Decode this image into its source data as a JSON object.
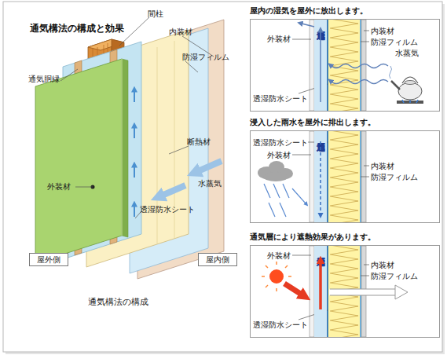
{
  "diagram": {
    "title": "通気構法の構成と効果",
    "caption": "通気構法の構成",
    "nodes": [
      {
        "text": [
          "屋外側"
        ]
      },
      {
        "text": [
          "屋内側"
        ]
      },
      {
        "text": [
          "屋内の湿気を屋外に放出します。"
        ]
      },
      {
        "text": [
          "通気層"
        ],
        "in": 2
      },
      {
        "text": [
          "浸入した雨水を屋外に排出します。"
        ]
      },
      {
        "text": [
          "通気層"
        ],
        "in": 4
      },
      {
        "text": [
          "通気層により遮熱効果があります。"
        ]
      },
      {
        "text": [
          "通気層"
        ],
        "in": 6
      }
    ],
    "labels": [
      "間柱",
      "内装材",
      "通気胴縁",
      "防湿フィルム",
      "外装材",
      "断熱材",
      "水蒸気",
      "透湿防水シート",
      "外装材",
      "内装材",
      "防湿フィルム",
      "水蒸気",
      "透湿防水シート",
      "透湿防水シート",
      "外装材",
      "内装材",
      "防湿フィルム",
      "外装材",
      "内装材",
      "防湿フィルム",
      "透湿防水シート"
    ]
  }
}
